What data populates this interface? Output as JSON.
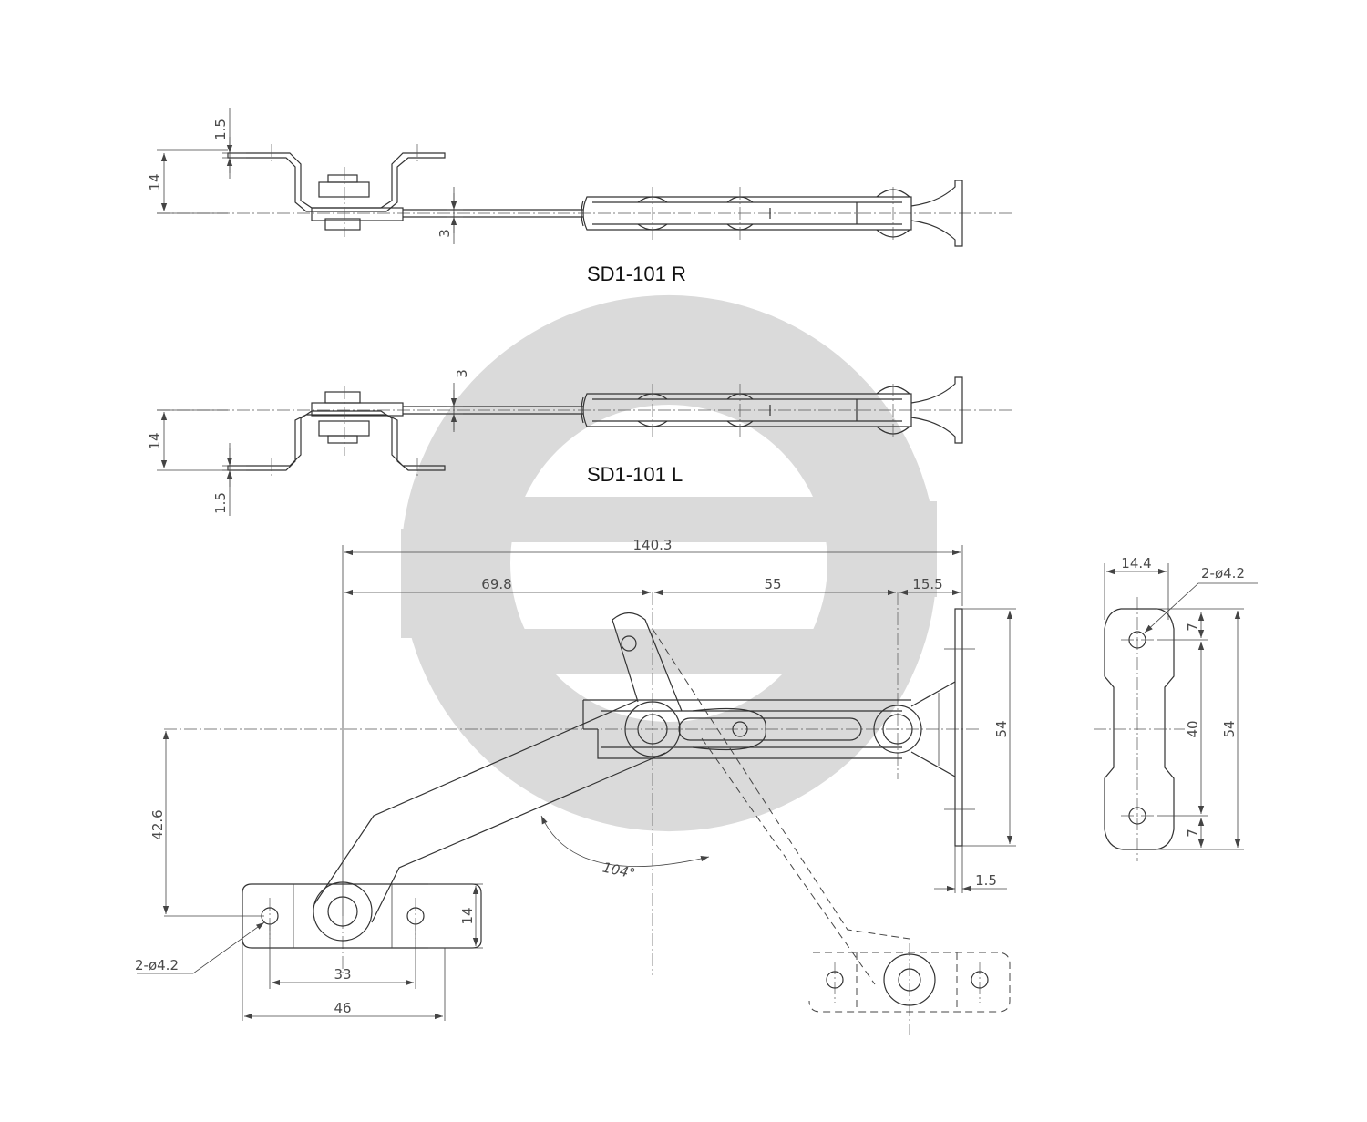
{
  "labels": {
    "right_model": "SD1-101 R",
    "left_model": "SD1-101 L"
  },
  "dimensions": {
    "side_r_thickness": "1.5",
    "side_r_height": "14",
    "side_r_gap": "3",
    "side_l_gap": "3",
    "side_l_height": "14",
    "side_l_thickness": "1.5",
    "overall_length": "140.3",
    "pivot_offset": "69.8",
    "slot_length": "55",
    "end_offset": "15.5",
    "bracket_height": "54",
    "bracket_thickness": "1.5",
    "vertical_offset": "42.6",
    "base_height": "14",
    "base_hole_spacing": "33",
    "base_width": "46",
    "base_holes": "2-ø4.2",
    "angle": "104°",
    "plate_width": "14.4",
    "plate_holes": "2-ø4.2",
    "plate_edge_top": "7",
    "plate_hole_spacing": "40",
    "plate_height": "54",
    "plate_edge_bottom": "7"
  },
  "colors": {
    "logo": "#dadada",
    "lines": "#333333"
  }
}
